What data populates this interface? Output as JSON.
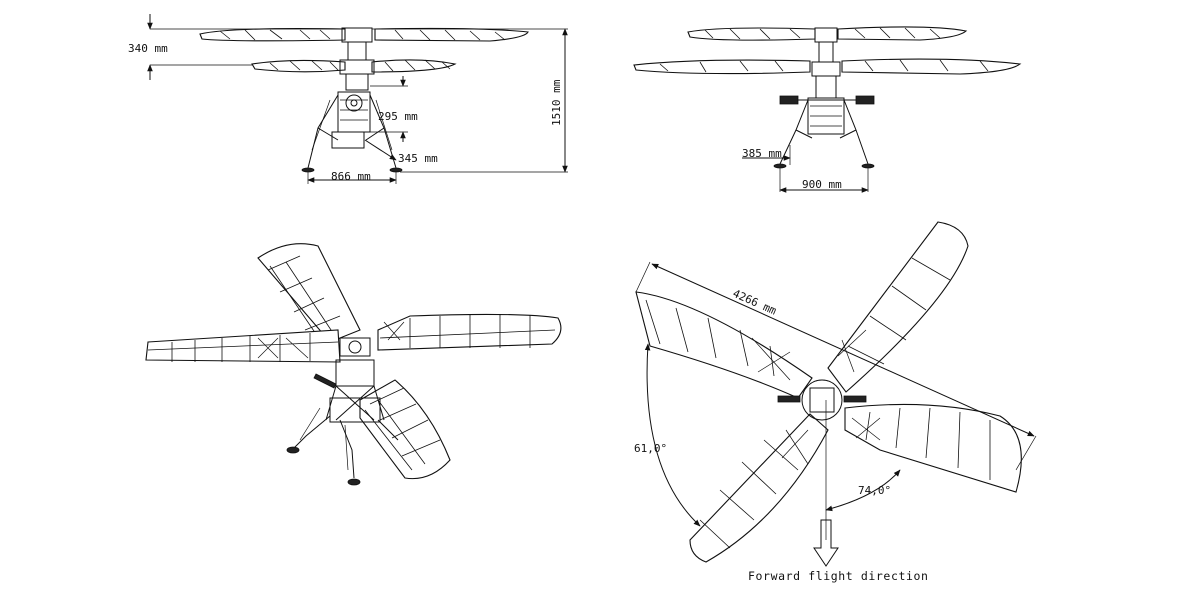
{
  "front_view": {
    "rotor_spacing": "340 mm",
    "total_height": "1510 mm",
    "hub_height": "295 mm",
    "leg_offset": "345 mm",
    "track_width": "866 mm"
  },
  "side_view": {
    "leg_offset": "385 mm",
    "track_width": "900 mm"
  },
  "top_view": {
    "span": "4266 mm",
    "angle_left": "61,0°",
    "angle_right": "74,0°",
    "direction_label": "Forward flight direction"
  }
}
